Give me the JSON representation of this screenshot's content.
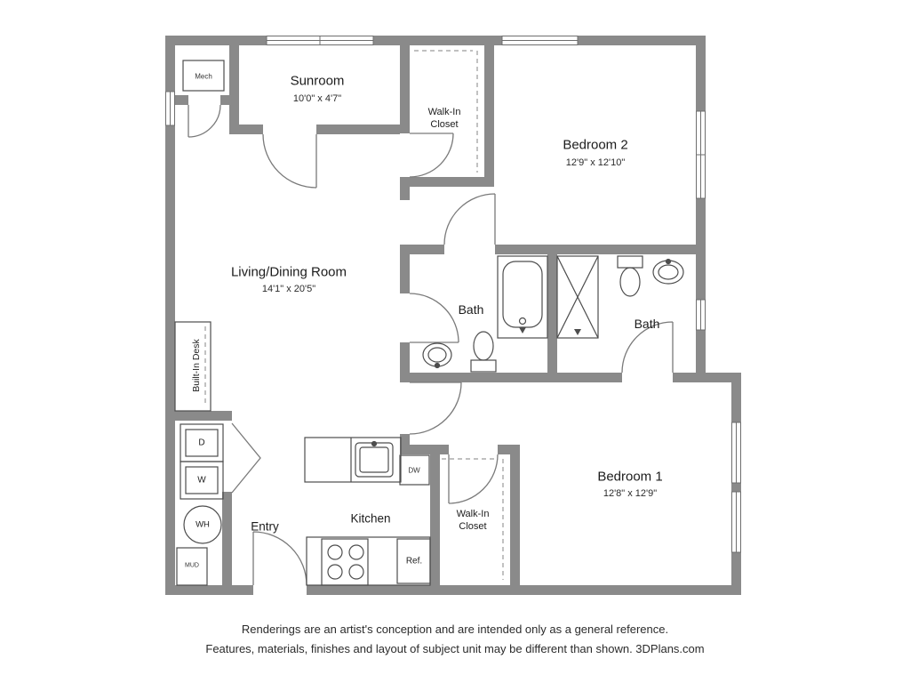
{
  "rooms": {
    "sunroom": {
      "name": "Sunroom",
      "dims": "10'0\" x 4'7\""
    },
    "walk_in_closet_top": {
      "line1": "Walk-In",
      "line2": "Closet"
    },
    "bedroom2": {
      "name": "Bedroom 2",
      "dims": "12'9\" x 12'10\""
    },
    "living_dining": {
      "name": "Living/Dining Room",
      "dims": "14'1\" x 20'5\""
    },
    "bath1": {
      "name": "Bath"
    },
    "bath2": {
      "name": "Bath"
    },
    "bedroom1": {
      "name": "Bedroom 1",
      "dims": "12'8\" x 12'9\""
    },
    "walk_in_closet_bottom": {
      "line1": "Walk-In",
      "line2": "Closet"
    },
    "entry": {
      "name": "Entry"
    },
    "kitchen": {
      "name": "Kitchen"
    }
  },
  "fixtures": {
    "mech": "Mech",
    "built_in_desk": "Built-In Desk",
    "dryer": "D",
    "washer": "W",
    "water_heater": "WH",
    "mud": "MUD",
    "dishwasher": "DW",
    "refrigerator": "Ref."
  },
  "footer": {
    "line1": "Renderings are an artist's conception and are intended only as a general reference.",
    "line2": "Features, materials, finishes and layout of subject unit may be different than shown. 3DPlans.com"
  },
  "colors": {
    "wall": "#8a8a8a",
    "fixture_line": "#4d4d4d",
    "text": "#1c1c1c"
  }
}
